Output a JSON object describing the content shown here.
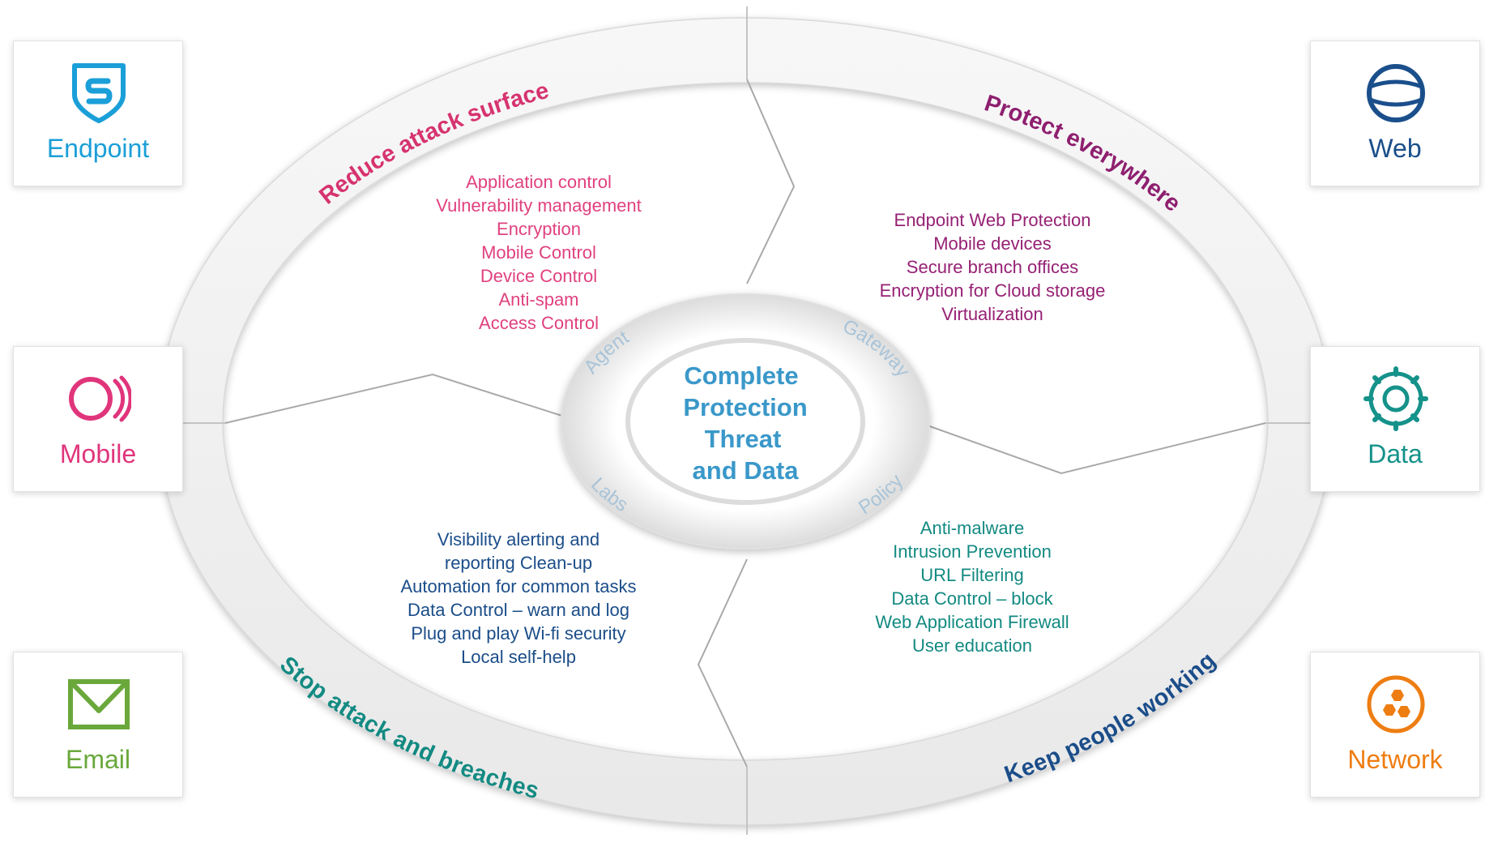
{
  "center": {
    "lines": [
      "Complete",
      "Protection",
      "Threat",
      "and Data"
    ],
    "ring_labels": {
      "agent": "Agent",
      "gateway": "Gateway",
      "policy": "Policy",
      "labs": "Labs"
    }
  },
  "quadrants": {
    "reduce": {
      "title": "Reduce attack surface",
      "color": "#d6336f",
      "items": [
        "Application control",
        "Vulnerability management",
        "Encryption",
        "Mobile Control",
        "Device Control",
        "Anti-spam",
        "Access Control"
      ]
    },
    "protect": {
      "title": "Protect everywhere",
      "color": "#8e1f6f",
      "items": [
        "Endpoint Web Protection",
        "Mobile devices",
        "Secure branch offices",
        "Encryption for Cloud storage",
        "Virtualization"
      ]
    },
    "keep": {
      "title": "Keep people working",
      "color": "#1b4d89",
      "items": [
        "Visibility alerting and",
        "reporting Clean-up",
        "Automation for common tasks",
        "Data Control – warn and log",
        "Plug and play Wi-fi security",
        "Local self-help"
      ]
    },
    "stop": {
      "title": "Stop attack and breaches",
      "color": "#138a82",
      "items": [
        "Anti-malware",
        "Intrusion Prevention",
        "URL Filtering",
        "Data Control – block",
        "Web Application Firewall",
        "User education"
      ]
    }
  },
  "cards": {
    "endpoint": {
      "label": "Endpoint",
      "icon": "shield-s-icon",
      "color": "#1b9fd8"
    },
    "mobile": {
      "label": "Mobile",
      "icon": "mobile-waves-icon",
      "color": "#e0357b"
    },
    "email": {
      "label": "Email",
      "icon": "envelope-icon",
      "color": "#6aa83b"
    },
    "web": {
      "label": "Web",
      "icon": "globe-icon",
      "color": "#1a4f8b"
    },
    "data": {
      "label": "Data",
      "icon": "gear-icon",
      "color": "#15928a"
    },
    "network": {
      "label": "Network",
      "icon": "network-hexagon-icon",
      "color": "#ee7d12"
    }
  }
}
